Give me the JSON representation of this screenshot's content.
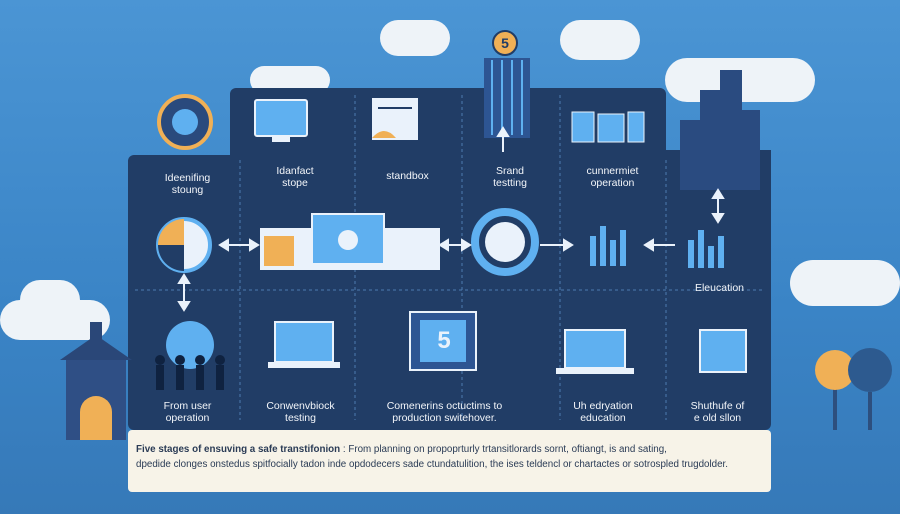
{
  "labels": {
    "identifying": "Ideenifing\nstoung",
    "impact": "Idanfact\nstope",
    "sandbox": "standbox",
    "strand": "Srand\ntestting",
    "current": "cunnermiet\noperation",
    "education_top": "Eleucation",
    "from_user": "From user\noperation",
    "convenience": "Conwenvbiock\ntesting",
    "commencing": "Comenerins octuctims to\nproduction switehover.",
    "education": "Uh edryation\neducation",
    "shutdown": "Shuthufe of\ne old sllon"
  },
  "badge": "5",
  "screen_number": "5",
  "caption": {
    "lead": "Five stages of ensuving a safe transtifonion",
    "line1": ": From planning on propoprturly trtansitlorards sornt, oftiangt, is and sating,",
    "line2": "dpedide clonges onstedus spitfocially tadon inde opdodecers sade ctundatulition, the ises teldencl or chartactes or sotrospled trugdolder."
  },
  "colors": {
    "sky": "#3f88c9",
    "panel": "#213d66",
    "accent_orange": "#f0b056",
    "accent_blue": "#5fb0f0",
    "caption_bg": "#f7f3e8"
  }
}
